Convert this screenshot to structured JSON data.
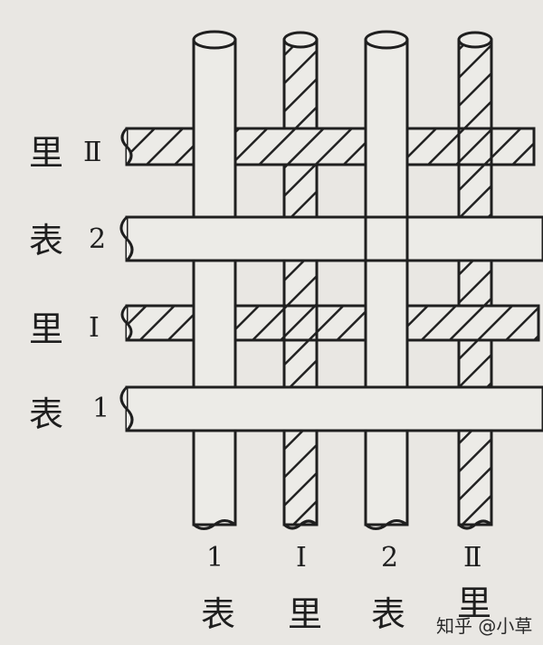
{
  "left_labels": [
    {
      "kind": "里",
      "number": "Ⅱ"
    },
    {
      "kind": "表",
      "number": "2"
    },
    {
      "kind": "里",
      "number": "Ⅰ"
    },
    {
      "kind": "表",
      "number": "1"
    }
  ],
  "bottom_labels": [
    {
      "number": "1",
      "kind": "表"
    },
    {
      "number": "Ⅰ",
      "kind": "里"
    },
    {
      "number": "2",
      "kind": "表"
    },
    {
      "number": "Ⅱ",
      "kind": "里"
    }
  ],
  "watermark": "知乎 @小草",
  "colors": {
    "background": "#e9e7e3",
    "yarn_fill": "#ecebe7",
    "outline": "#1f1f1f",
    "hatch": "#222222"
  }
}
